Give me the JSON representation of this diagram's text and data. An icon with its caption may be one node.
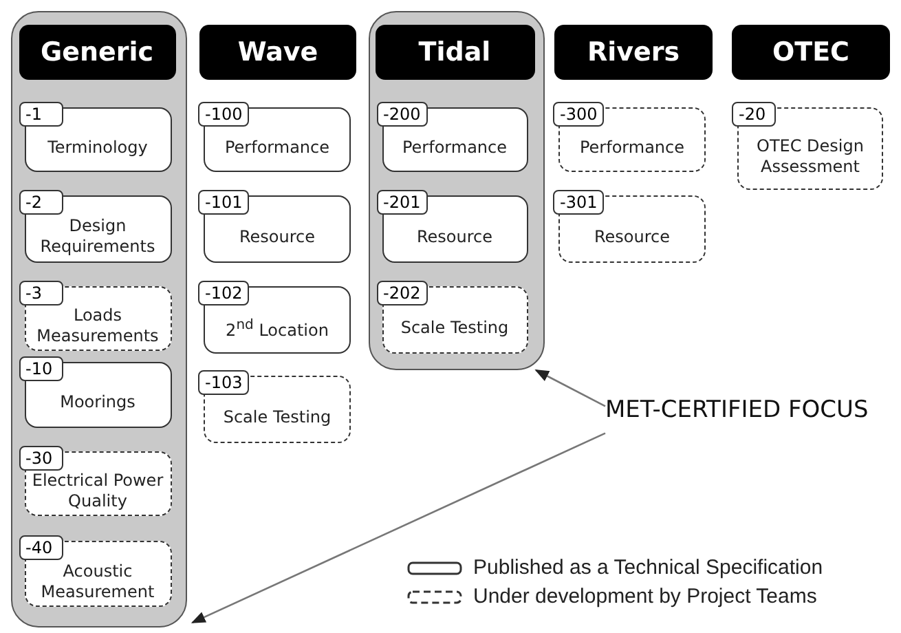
{
  "diagram": {
    "nodes": [
      {
        "text": [],
        "shape": "box"
      },
      {
        "text": [
          "Generic"
        ],
        "in": 0
      },
      {
        "text": [
          "-1",
          "Terminology"
        ],
        "in": 0
      },
      {
        "text": [
          "-2",
          "Design Requirements"
        ],
        "in": 0
      },
      {
        "text": [
          "-3",
          "Loads Measurements"
        ],
        "in": 0
      },
      {
        "text": [
          "-10",
          "Moorings"
        ],
        "in": 0
      },
      {
        "text": [
          "-30",
          "Electrical Power Quality"
        ],
        "in": 0
      },
      {
        "text": [
          "-40",
          "Acoustic Measurement"
        ],
        "in": 0
      },
      {
        "text": [
          "Wave"
        ]
      },
      {
        "text": [
          "-100",
          "Performance"
        ]
      },
      {
        "text": [
          "-101",
          "Resource"
        ]
      },
      {
        "text": [
          "-102",
          "2$^{nd}$ Location"
        ]
      },
      {
        "text": [
          "-103",
          "Scale Testing"
        ]
      },
      {
        "text": [],
        "shape": "box"
      },
      {
        "text": [
          "Tidal"
        ],
        "in": 13
      },
      {
        "text": [
          "-200",
          "Performance"
        ],
        "in": 13
      },
      {
        "text": [
          "-201",
          "Resource"
        ],
        "in": 13
      },
      {
        "text": [
          "-202",
          "Scale Testing"
        ],
        "in": 13
      },
      {
        "text": [
          "Rivers"
        ]
      },
      {
        "text": [
          "-300",
          "Performance"
        ]
      },
      {
        "text": [
          "-301",
          "Resource"
        ]
      },
      {
        "text": [
          "OTEC"
        ]
      },
      {
        "text": [
          "-20",
          "OTEC Design Assessment"
        ]
      },
      {
        "text": [
          "MET-CERTIFIED FOCUS"
        ]
      }
    ],
    "edges": [
      {
        "from": 23,
        "to": 13,
        "arrow": "to"
      },
      {
        "from": 23,
        "to": 0,
        "arrow": "to"
      }
    ],
    "legend": [
      {
        "text": "Published as a Technical Specification"
      },
      {
        "text": "Under development by Project Teams"
      }
    ]
  }
}
